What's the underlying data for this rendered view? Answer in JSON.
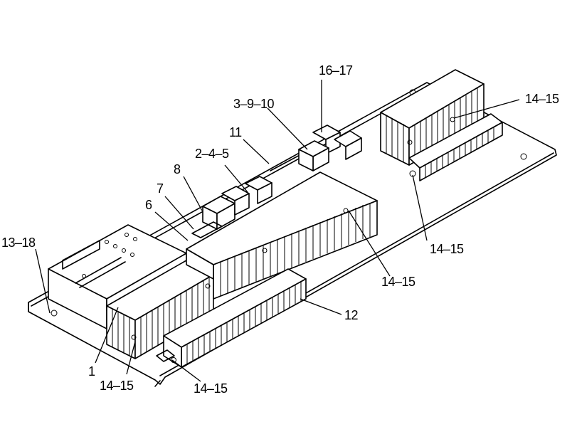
{
  "callouts": {
    "c1617": "16–17",
    "c3910": "3–9–10",
    "c11": "11",
    "c245": "2–4–5",
    "c8": "8",
    "c7": "7",
    "c6": "6",
    "c1318": "13–18",
    "c1": "1",
    "c1415a": "14–15",
    "c1415b": "14–15",
    "c12": "12",
    "c1415c": "14–15",
    "c1415d": "14–15",
    "c1415e": "14–15"
  }
}
